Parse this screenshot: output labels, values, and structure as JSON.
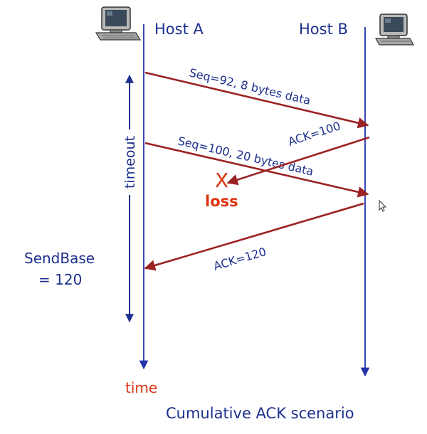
{
  "hosts": {
    "a": {
      "label": "Host A"
    },
    "b": {
      "label": "Host B"
    }
  },
  "messages": {
    "seq92": "Seq=92, 8 bytes data",
    "ack100": "ACK=100",
    "seq100": "Seq=100, 20 bytes data",
    "ack120": "ACK=120"
  },
  "loss": {
    "mark": "X",
    "label": "loss"
  },
  "timeout": {
    "label": "timeout"
  },
  "sendbase": {
    "line1": "SendBase",
    "line2": "= 120"
  },
  "time_label": "time",
  "caption": "Cumulative ACK scenario",
  "colors": {
    "text_blue": "#1c2f8c",
    "timeline": "#2233aa",
    "arrow": "#9b2222",
    "accent_red": "#dd3311"
  },
  "icons": {
    "computer": "computer-icon",
    "cursor": "mouse-cursor-icon"
  }
}
